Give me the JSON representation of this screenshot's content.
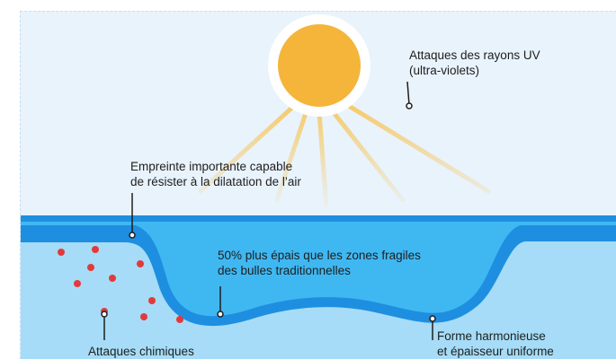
{
  "colors": {
    "sky": "#e9f3fc",
    "sun": "#f4b53a",
    "sun_halo": "#ffffff",
    "ray": "#f7c55a",
    "water": "#a6dcf7",
    "film_dark": "#1e8fe0",
    "film_light": "#3fb8f2",
    "chem_dots": "#e23a3a",
    "leader_lines": "#1e1e1e"
  },
  "labels": {
    "uv": [
      "Attaques des rayons UV",
      "(ultra-violets)"
    ],
    "imprint": [
      "Empreinte importante capable",
      "de résister à la dilatation de l’air"
    ],
    "thickness": [
      "50% plus épais que les zones fragiles",
      "des bulles traditionnelles"
    ],
    "shape": [
      "Forme harmonieuse",
      "et épaisseur uniforme"
    ],
    "chemical": [
      "Attaques chimiques"
    ]
  }
}
